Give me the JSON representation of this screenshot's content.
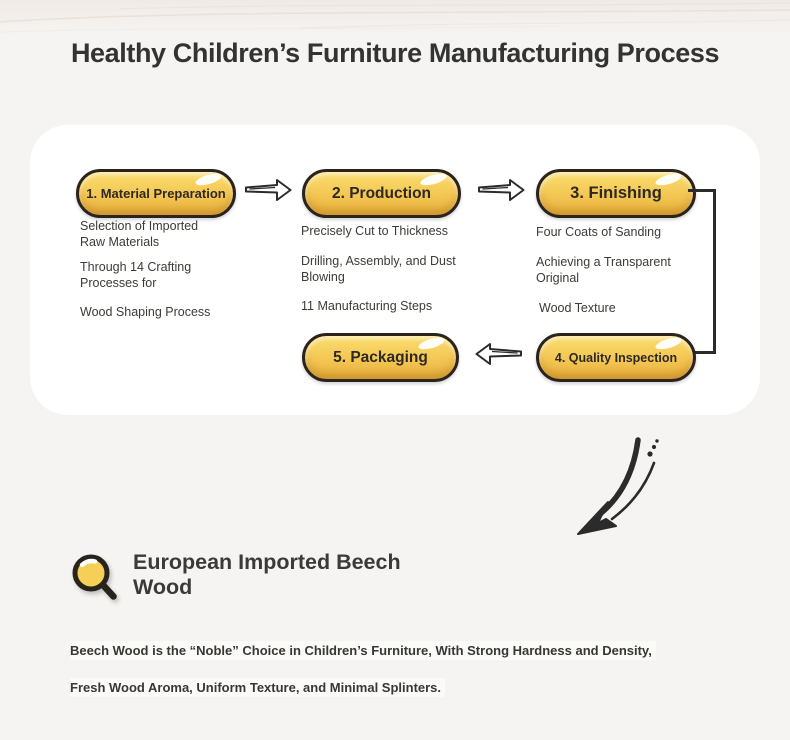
{
  "colors": {
    "page_bg": "#f5f4f2",
    "card_bg": "#ffffff",
    "pill_fill": "#f3c653",
    "pill_border": "#2b241d",
    "ink": "#2b2b2b",
    "title_text": "#333333",
    "detail_text": "#3e3a36"
  },
  "header": {
    "title": "Healthy Children’s Furniture Manufacturing Process"
  },
  "flowchart": {
    "steps": [
      {
        "label": "1. Material Preparation",
        "details": [
          "Selection of Imported Raw Materials",
          "Through 14 Crafting Processes for",
          "Wood Shaping Process"
        ]
      },
      {
        "label": "2. Production",
        "details": [
          "Precisely Cut to Thickness",
          "Drilling, Assembly, and Dust Blowing",
          "11 Manufacturing Steps"
        ]
      },
      {
        "label": "3. Finishing",
        "details": [
          "Four Coats of Sanding",
          "Achieving a Transparent Original",
          "Wood Texture"
        ]
      },
      {
        "label": "4. Quality Inspection",
        "details": []
      },
      {
        "label": "5. Packaging",
        "details": []
      }
    ]
  },
  "beech_section": {
    "heading": "European Imported Beech Wood",
    "paragraphs": [
      "Beech Wood is the “Noble” Choice in Children’s Furniture, With Strong Hardness and Density,",
      "Fresh Wood Aroma, Uniform Texture, and Minimal Splinters."
    ]
  },
  "icons": {
    "magnifier": "magnifier-icon",
    "flow_arrow_right": "arrow-right-icon",
    "flow_arrow_left": "arrow-left-icon",
    "curved_arrow": "curved-arrow-down-left-icon"
  }
}
